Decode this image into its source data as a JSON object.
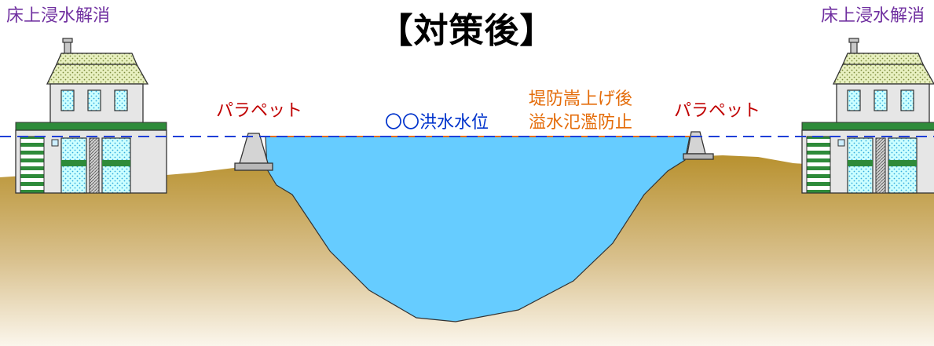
{
  "title": "【対策後】",
  "house_label_left": "床上浸水解消",
  "house_label_right": "床上浸水解消",
  "parapet_label_left": "パラペット",
  "parapet_label_right": "パラペット",
  "water_level_label": "〇〇洪水水位",
  "note_line1": "堤防嵩上げ後",
  "note_line2": "溢水氾濫防止",
  "colors": {
    "house_label": "#7030a0",
    "parapet_label": "#c00000",
    "water_label": "#0033cc",
    "note_label": "#e46c0a",
    "water": "#66ccff",
    "ground_top": "#b8912f",
    "ground_bottom": "#fbf6ec",
    "level_line": "#1f3fd8"
  }
}
